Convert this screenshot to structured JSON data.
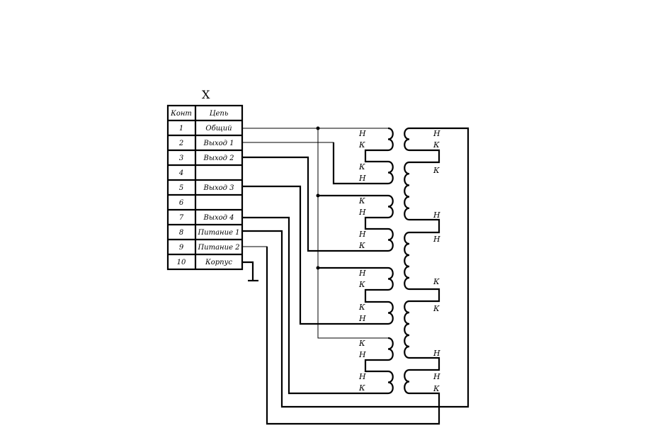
{
  "title": "X",
  "table": {
    "headers": [
      "Конт",
      "Цепь"
    ],
    "rows": [
      {
        "pin": "1",
        "circuit": "Общий"
      },
      {
        "pin": "2",
        "circuit": "Выход  1"
      },
      {
        "pin": "3",
        "circuit": "Выход  2"
      },
      {
        "pin": "4",
        "circuit": ""
      },
      {
        "pin": "5",
        "circuit": "Выход  3"
      },
      {
        "pin": "6",
        "circuit": ""
      },
      {
        "pin": "7",
        "circuit": "Выход  4"
      },
      {
        "pin": "8",
        "circuit": "Питание 1"
      },
      {
        "pin": "9",
        "circuit": "Питание 2"
      },
      {
        "pin": "10",
        "circuit": "Корпус"
      }
    ]
  },
  "left_windings": [
    {
      "top": "Н",
      "bottom": "К"
    },
    {
      "top": "К",
      "bottom": "Н"
    },
    {
      "top": "К",
      "bottom": "Н"
    },
    {
      "top": "Н",
      "bottom": "К"
    },
    {
      "top": "Н",
      "bottom": "К"
    },
    {
      "top": "К",
      "bottom": "Н"
    },
    {
      "top": "К",
      "bottom": "Н"
    },
    {
      "top": "Н",
      "bottom": "К"
    }
  ],
  "right_labels": [
    "Н",
    "К",
    "К",
    "Н",
    "Н",
    "К",
    "К",
    "Н",
    "Н",
    "К"
  ]
}
